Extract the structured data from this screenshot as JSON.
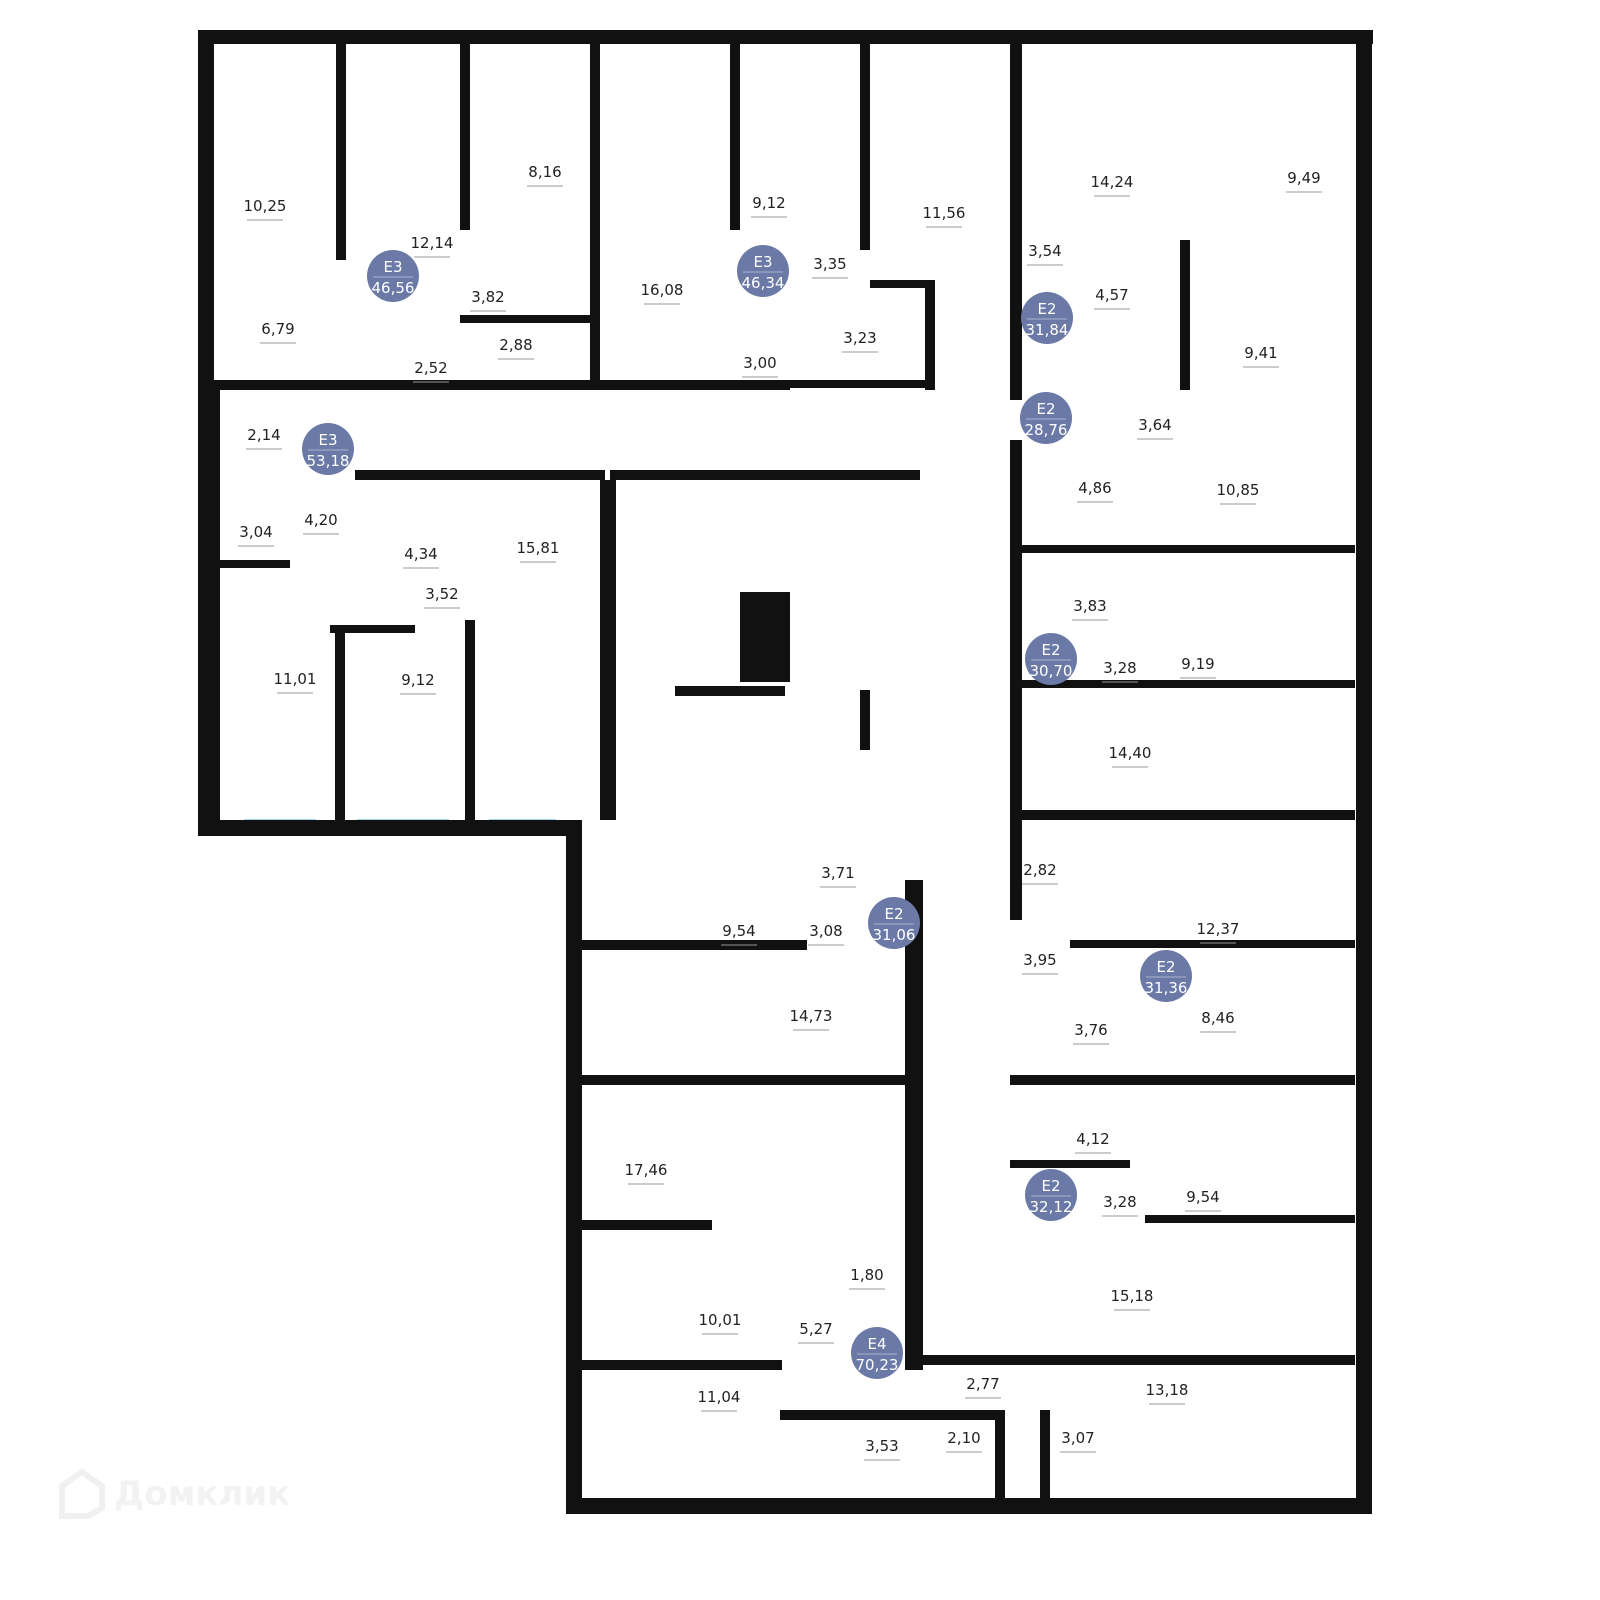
{
  "logo": {
    "text": "Домклик",
    "icon": "house-logo-icon"
  },
  "colors": {
    "wall": "#111111",
    "badge": "#6b79a6",
    "window": "#9fd3e6"
  },
  "rooms": [
    "10,25",
    "12,14",
    "8,16",
    "3,82",
    "6,79",
    "2,88",
    "2,52",
    "16,08",
    "9,12",
    "11,56",
    "3,35",
    "3,23",
    "3,00",
    "14,24",
    "9,49",
    "3,54",
    "4,57",
    "9,41",
    "3,64",
    "4,86",
    "10,85",
    "3,83",
    "3,28",
    "9,19",
    "14,40",
    "2,82",
    "12,37",
    "3,95",
    "8,46",
    "3,76",
    "4,12",
    "3,28",
    "9,54",
    "15,18",
    "13,18",
    "2,77",
    "3,07",
    "2,10",
    "3,53",
    "11,04",
    "5,27",
    "10,01",
    "1,80",
    "17,46",
    "14,73",
    "9,54",
    "3,08",
    "3,71",
    "2,14",
    "4,20",
    "3,04",
    "4,34",
    "3,52",
    "15,81",
    "11,01",
    "9,12"
  ],
  "apartments": [
    {
      "type": "E3",
      "area": "46,56"
    },
    {
      "type": "E3",
      "area": "46,34"
    },
    {
      "type": "E3",
      "area": "53,18"
    },
    {
      "type": "E2",
      "area": "31,84"
    },
    {
      "type": "E2",
      "area": "28,76"
    },
    {
      "type": "E2",
      "area": "30,70"
    },
    {
      "type": "E2",
      "area": "31,06"
    },
    {
      "type": "E2",
      "area": "31,36"
    },
    {
      "type": "E2",
      "area": "32,12"
    },
    {
      "type": "E4",
      "area": "70,23"
    }
  ]
}
